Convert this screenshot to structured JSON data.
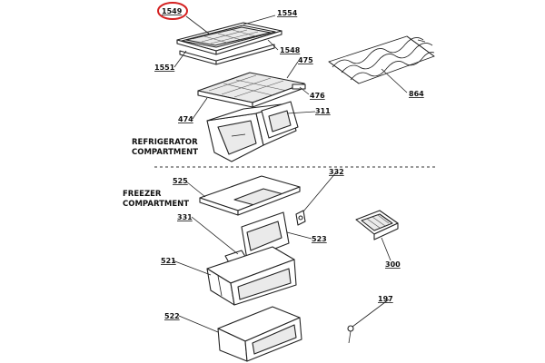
{
  "sections": {
    "refrigerator_line1": "REFRIGERATOR",
    "refrigerator_line2": "COMPARTMENT",
    "freezer_line1": "FREEZER",
    "freezer_line2": "COMPARTMENT"
  },
  "parts": {
    "p1549": "1549",
    "p1554": "1554",
    "p1548": "1548",
    "p1551": "1551",
    "p475": "475",
    "p476": "476",
    "p474": "474",
    "p311": "311",
    "p864": "864",
    "p525": "525",
    "p332": "332",
    "p331": "331",
    "p523": "523",
    "p521": "521",
    "p300": "300",
    "p197": "197",
    "p522": "522"
  },
  "highlighted_part": "1549",
  "colors": {
    "highlight": "#d42020",
    "line": "#222222"
  }
}
